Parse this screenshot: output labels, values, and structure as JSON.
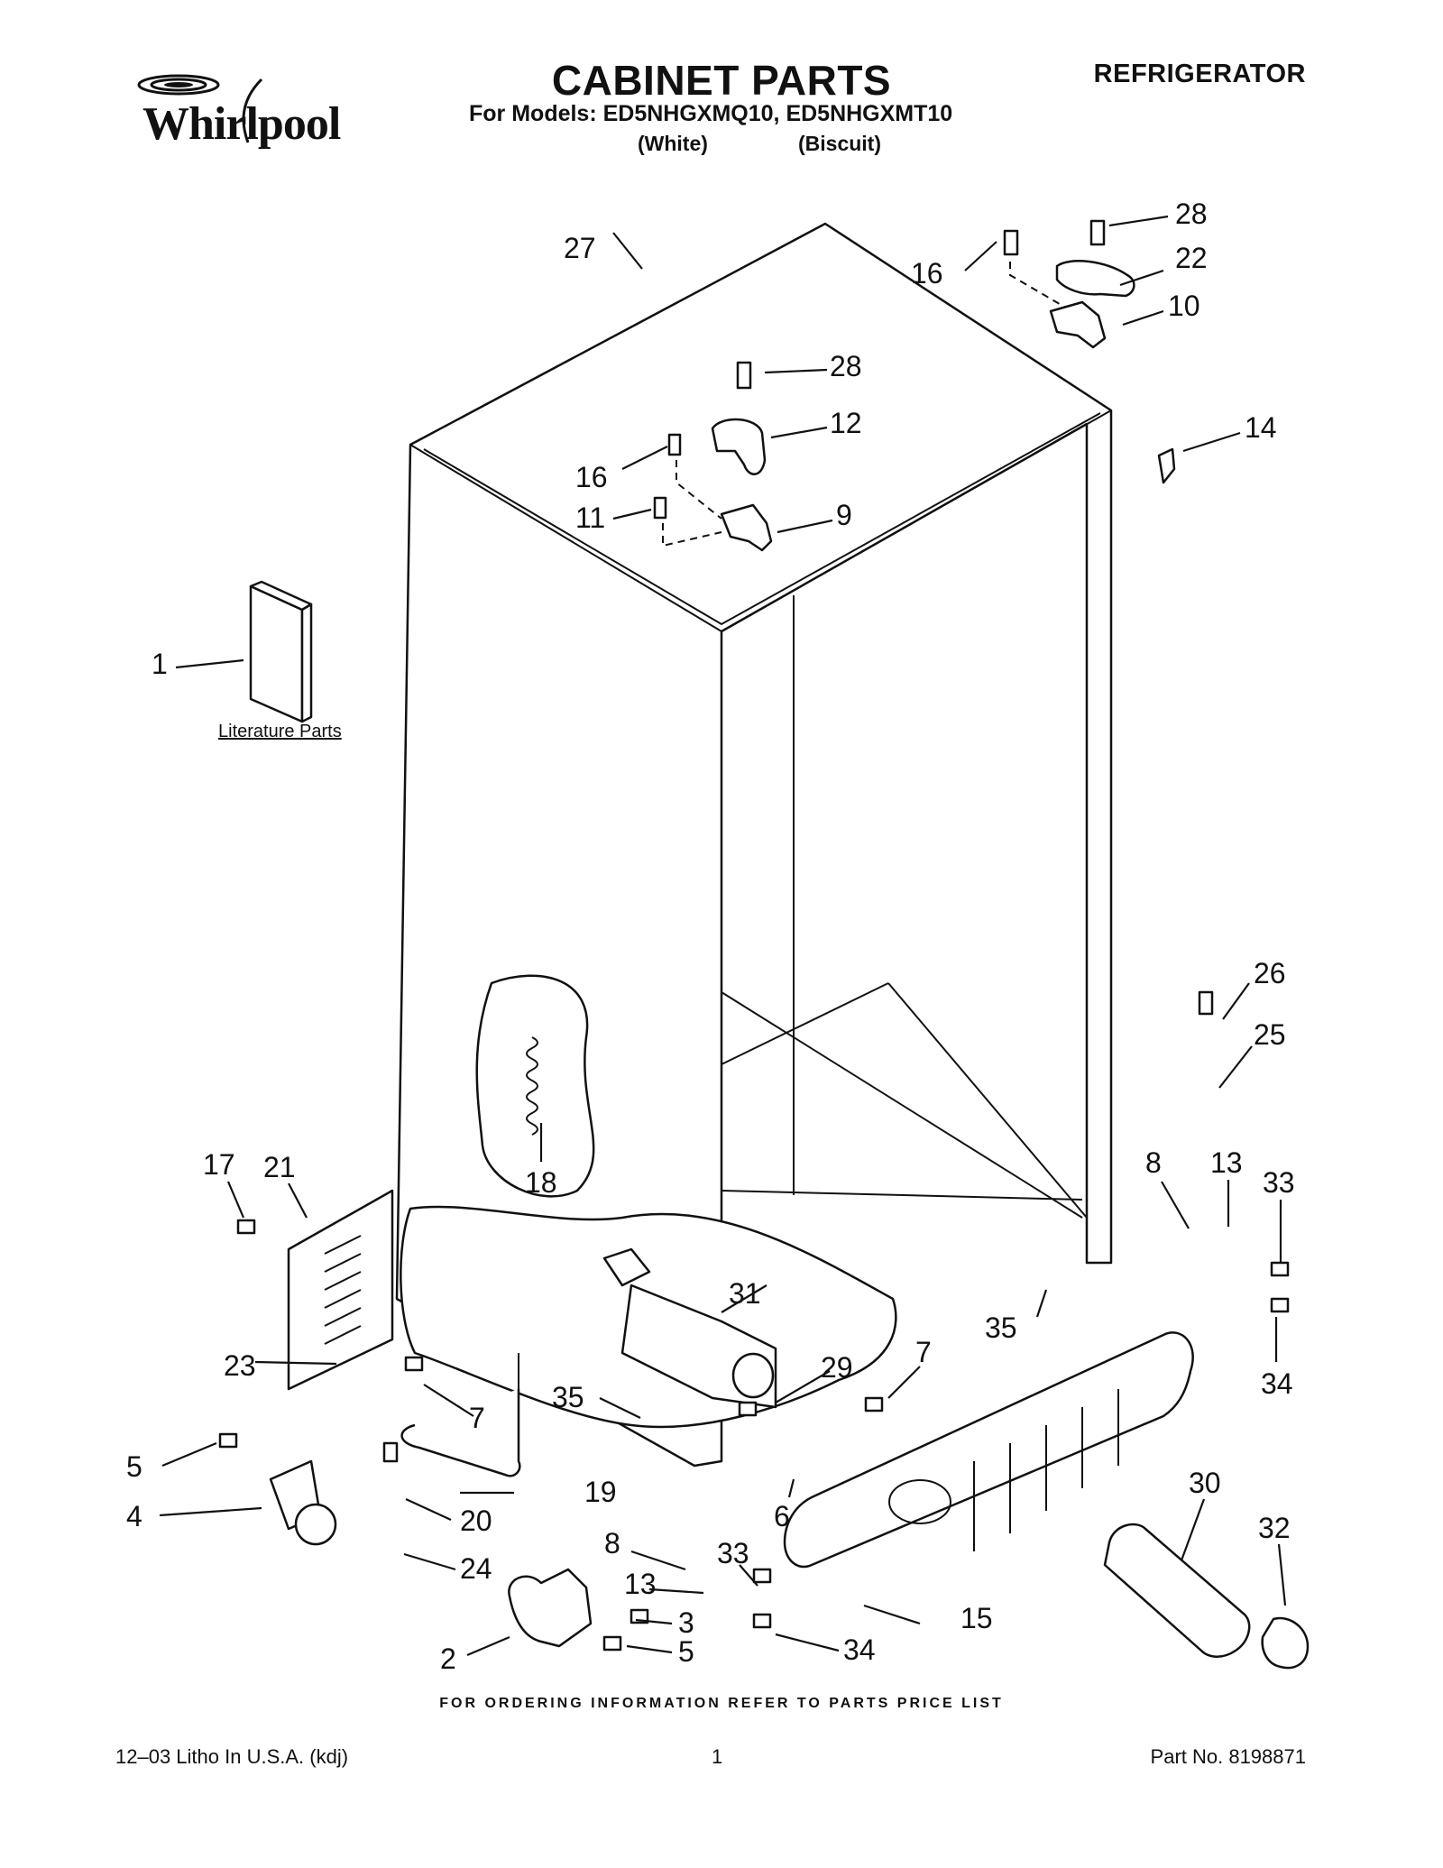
{
  "header": {
    "brand": "Whirlpool",
    "title": "CABINET PARTS",
    "doc_type": "REFRIGERATOR",
    "models_line": "For Models: ED5NHGXMQ10, ED5NHGXMT10",
    "variant_1": "(White)",
    "variant_2": "(Biscuit)"
  },
  "diagram": {
    "literature_label": "Literature Parts",
    "callouts": {
      "c1": "1",
      "c2": "2",
      "c3": "3",
      "c4": "4",
      "c5a": "5",
      "c5b": "5",
      "c6": "6",
      "c7a": "7",
      "c7b": "7",
      "c8a": "8",
      "c8b": "8",
      "c9": "9",
      "c10": "10",
      "c11": "11",
      "c12": "12",
      "c13a": "13",
      "c13b": "13",
      "c14": "14",
      "c15": "15",
      "c16a": "16",
      "c16b": "16",
      "c17": "17",
      "c18": "18",
      "c19": "19",
      "c20": "20",
      "c21": "21",
      "c22": "22",
      "c23": "23",
      "c24": "24",
      "c25": "25",
      "c26": "26",
      "c27": "27",
      "c28a": "28",
      "c28b": "28",
      "c29": "29",
      "c30": "30",
      "c31": "31",
      "c32": "32",
      "c33a": "33",
      "c33b": "33",
      "c34a": "34",
      "c34b": "34",
      "c35a": "35",
      "c35b": "35"
    }
  },
  "footer": {
    "order_note": "FOR ORDERING INFORMATION REFER TO PARTS PRICE LIST",
    "litho": "12–03 Litho In U.S.A. (kdj)",
    "page": "1",
    "part_no": "Part No. 8198871"
  }
}
